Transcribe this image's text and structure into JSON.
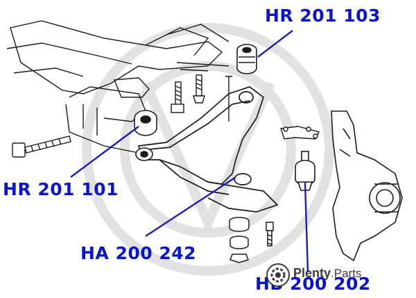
{
  "colors": {
    "label": "#0a14c8",
    "leader": "#1c1cb8",
    "linework": "#1a1a1a",
    "watermark": "#dcdcdc"
  },
  "labels": {
    "top_right": "HR 201 103",
    "left": "HR 201 101",
    "bottom_center": "HA 200 242",
    "bottom_right": "HB 200 202"
  },
  "watermark": {
    "brand": "Plenty",
    "suffix": ".Parts",
    "logo_icon": "gear-icon"
  }
}
